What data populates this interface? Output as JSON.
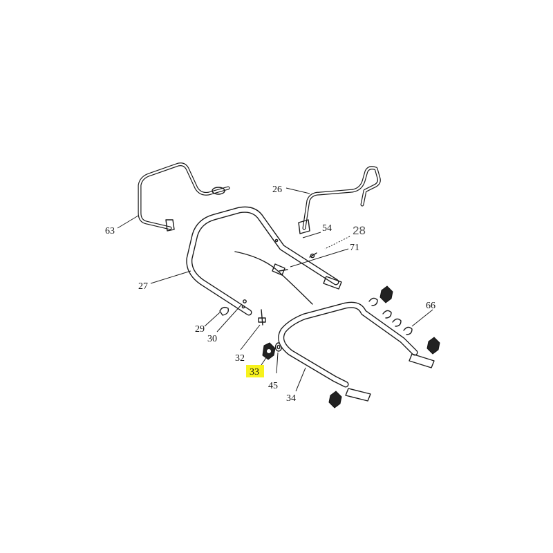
{
  "callouts": {
    "c63": "63",
    "c26": "26",
    "c54": "54",
    "c28": "28",
    "c71": "71",
    "c27": "27",
    "c66": "66",
    "c29": "29",
    "c30": "30",
    "c32": "32",
    "c33": "33",
    "c45": "45",
    "c34": "34"
  },
  "highlight_color": "#f7f21c"
}
